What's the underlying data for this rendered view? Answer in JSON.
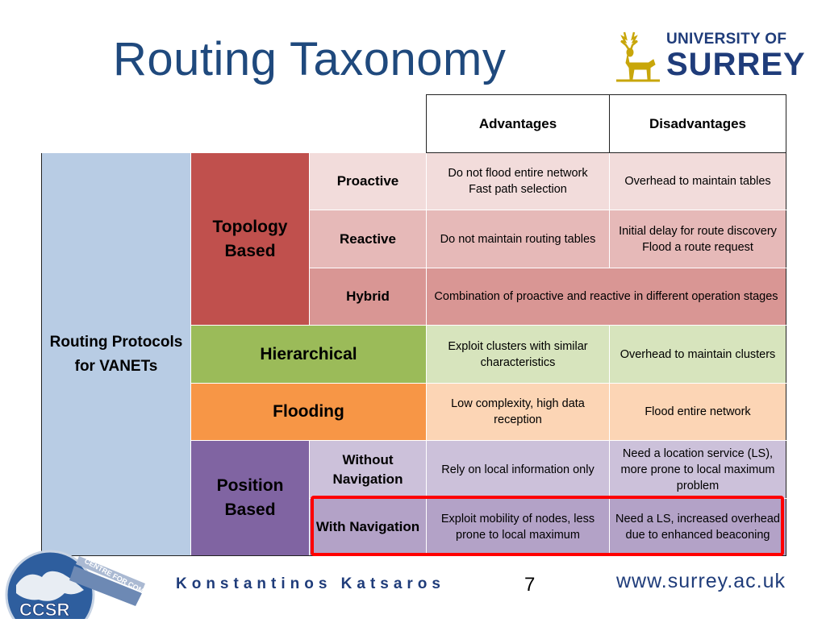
{
  "slide": {
    "title": "Routing Taxonomy",
    "page_number": "7",
    "author": "Konstantinos Katsaros",
    "url": "www.surrey.ac.uk"
  },
  "logo": {
    "university_line": "UNIVERSITY OF",
    "name_line": "SURREY",
    "ccsr_text": "CCSR",
    "ccsr_ring_text": "CENTRE FOR COMMUNICATION SYSTEMS RESEARCH"
  },
  "colors": {
    "title": "#1f497d",
    "highlight_box": "#ff0000",
    "topology": "#c0504d",
    "hierarchical": "#9bbb59",
    "flooding": "#f79646",
    "position": "#8064a2",
    "main": "#b8cce4"
  },
  "table": {
    "headers": {
      "advantages": "Advantages",
      "disadvantages": "Disadvantages"
    },
    "main_label": "Routing Protocols for VANETs",
    "categories": {
      "topology": "Topology Based",
      "hierarchical": "Hierarchical",
      "flooding": "Flooding",
      "position": "Position Based"
    },
    "rows": {
      "proactive": {
        "name": "Proactive",
        "adv1": "Do not flood entire network",
        "adv2": "Fast path selection",
        "dis": "Overhead to maintain tables"
      },
      "reactive": {
        "name": "Reactive",
        "adv": "Do not maintain routing tables",
        "dis1": "Initial delay for route discovery",
        "dis2": "Flood a route request"
      },
      "hybrid": {
        "name": "Hybrid",
        "combined": "Combination of proactive and reactive in different operation stages"
      },
      "hierarchical": {
        "adv": "Exploit clusters with similar characteristics",
        "dis": "Overhead to maintain clusters"
      },
      "flooding": {
        "adv": "Low complexity, high data reception",
        "dis": "Flood entire network"
      },
      "without_nav": {
        "name": "Without Navigation",
        "adv": "Rely on local information only",
        "dis": "Need a location service (LS), more prone to local maximum problem"
      },
      "with_nav": {
        "name": "With Navigation",
        "adv": "Exploit mobility of nodes, less prone to local maximum",
        "dis": "Need a LS, increased overhead due to enhanced beaconing"
      }
    }
  }
}
